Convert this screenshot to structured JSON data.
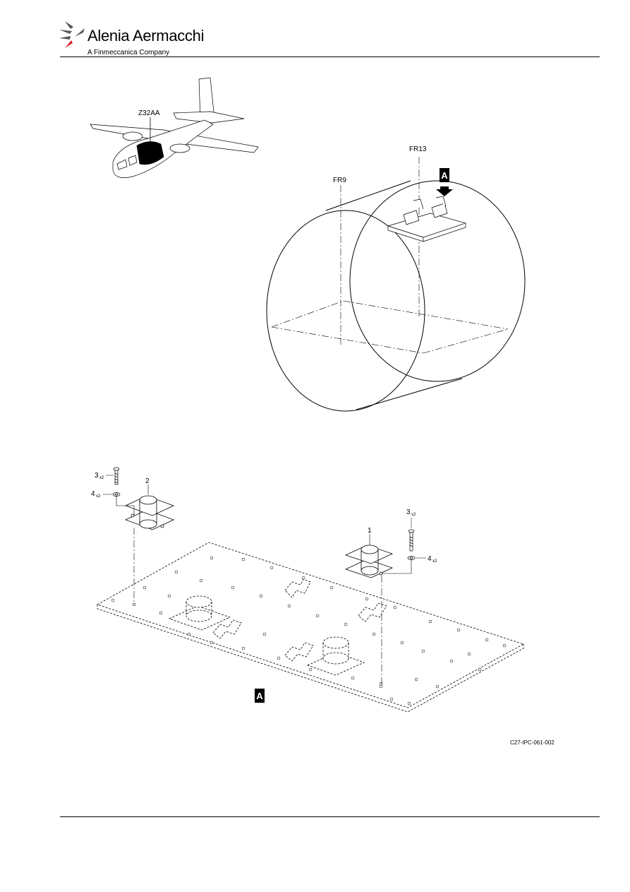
{
  "header": {
    "company": "Alenia Aermacchi",
    "tagline": "A Finmeccanica Company",
    "brand_color": "#d42027"
  },
  "figure": {
    "zone_label": "Z32AA",
    "frame_left": "FR9",
    "frame_right": "FR13",
    "view_marker": "A",
    "items": [
      {
        "num": "1"
      },
      {
        "num": "2"
      },
      {
        "num": "3",
        "qty": "x2"
      },
      {
        "num": "4",
        "qty": "x2"
      }
    ],
    "drawing_code": "C27-IPC-061-002"
  }
}
